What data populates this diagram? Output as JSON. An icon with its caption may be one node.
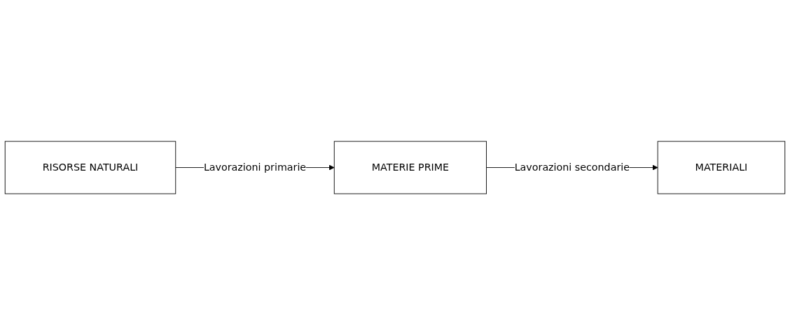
{
  "diagram": {
    "nodes": [
      {
        "text": [
          "RISORSE NATURALI"
        ]
      },
      {
        "text": [
          "MATERIE PRIME"
        ]
      },
      {
        "text": [
          "MATERIALI"
        ]
      }
    ],
    "edges": [
      {
        "from": 0,
        "to": 1,
        "arrow": "to",
        "label": "Lavorazioni primarie"
      },
      {
        "from": 1,
        "to": 2,
        "arrow": "to",
        "label": "Lavorazioni secondarie"
      }
    ]
  }
}
